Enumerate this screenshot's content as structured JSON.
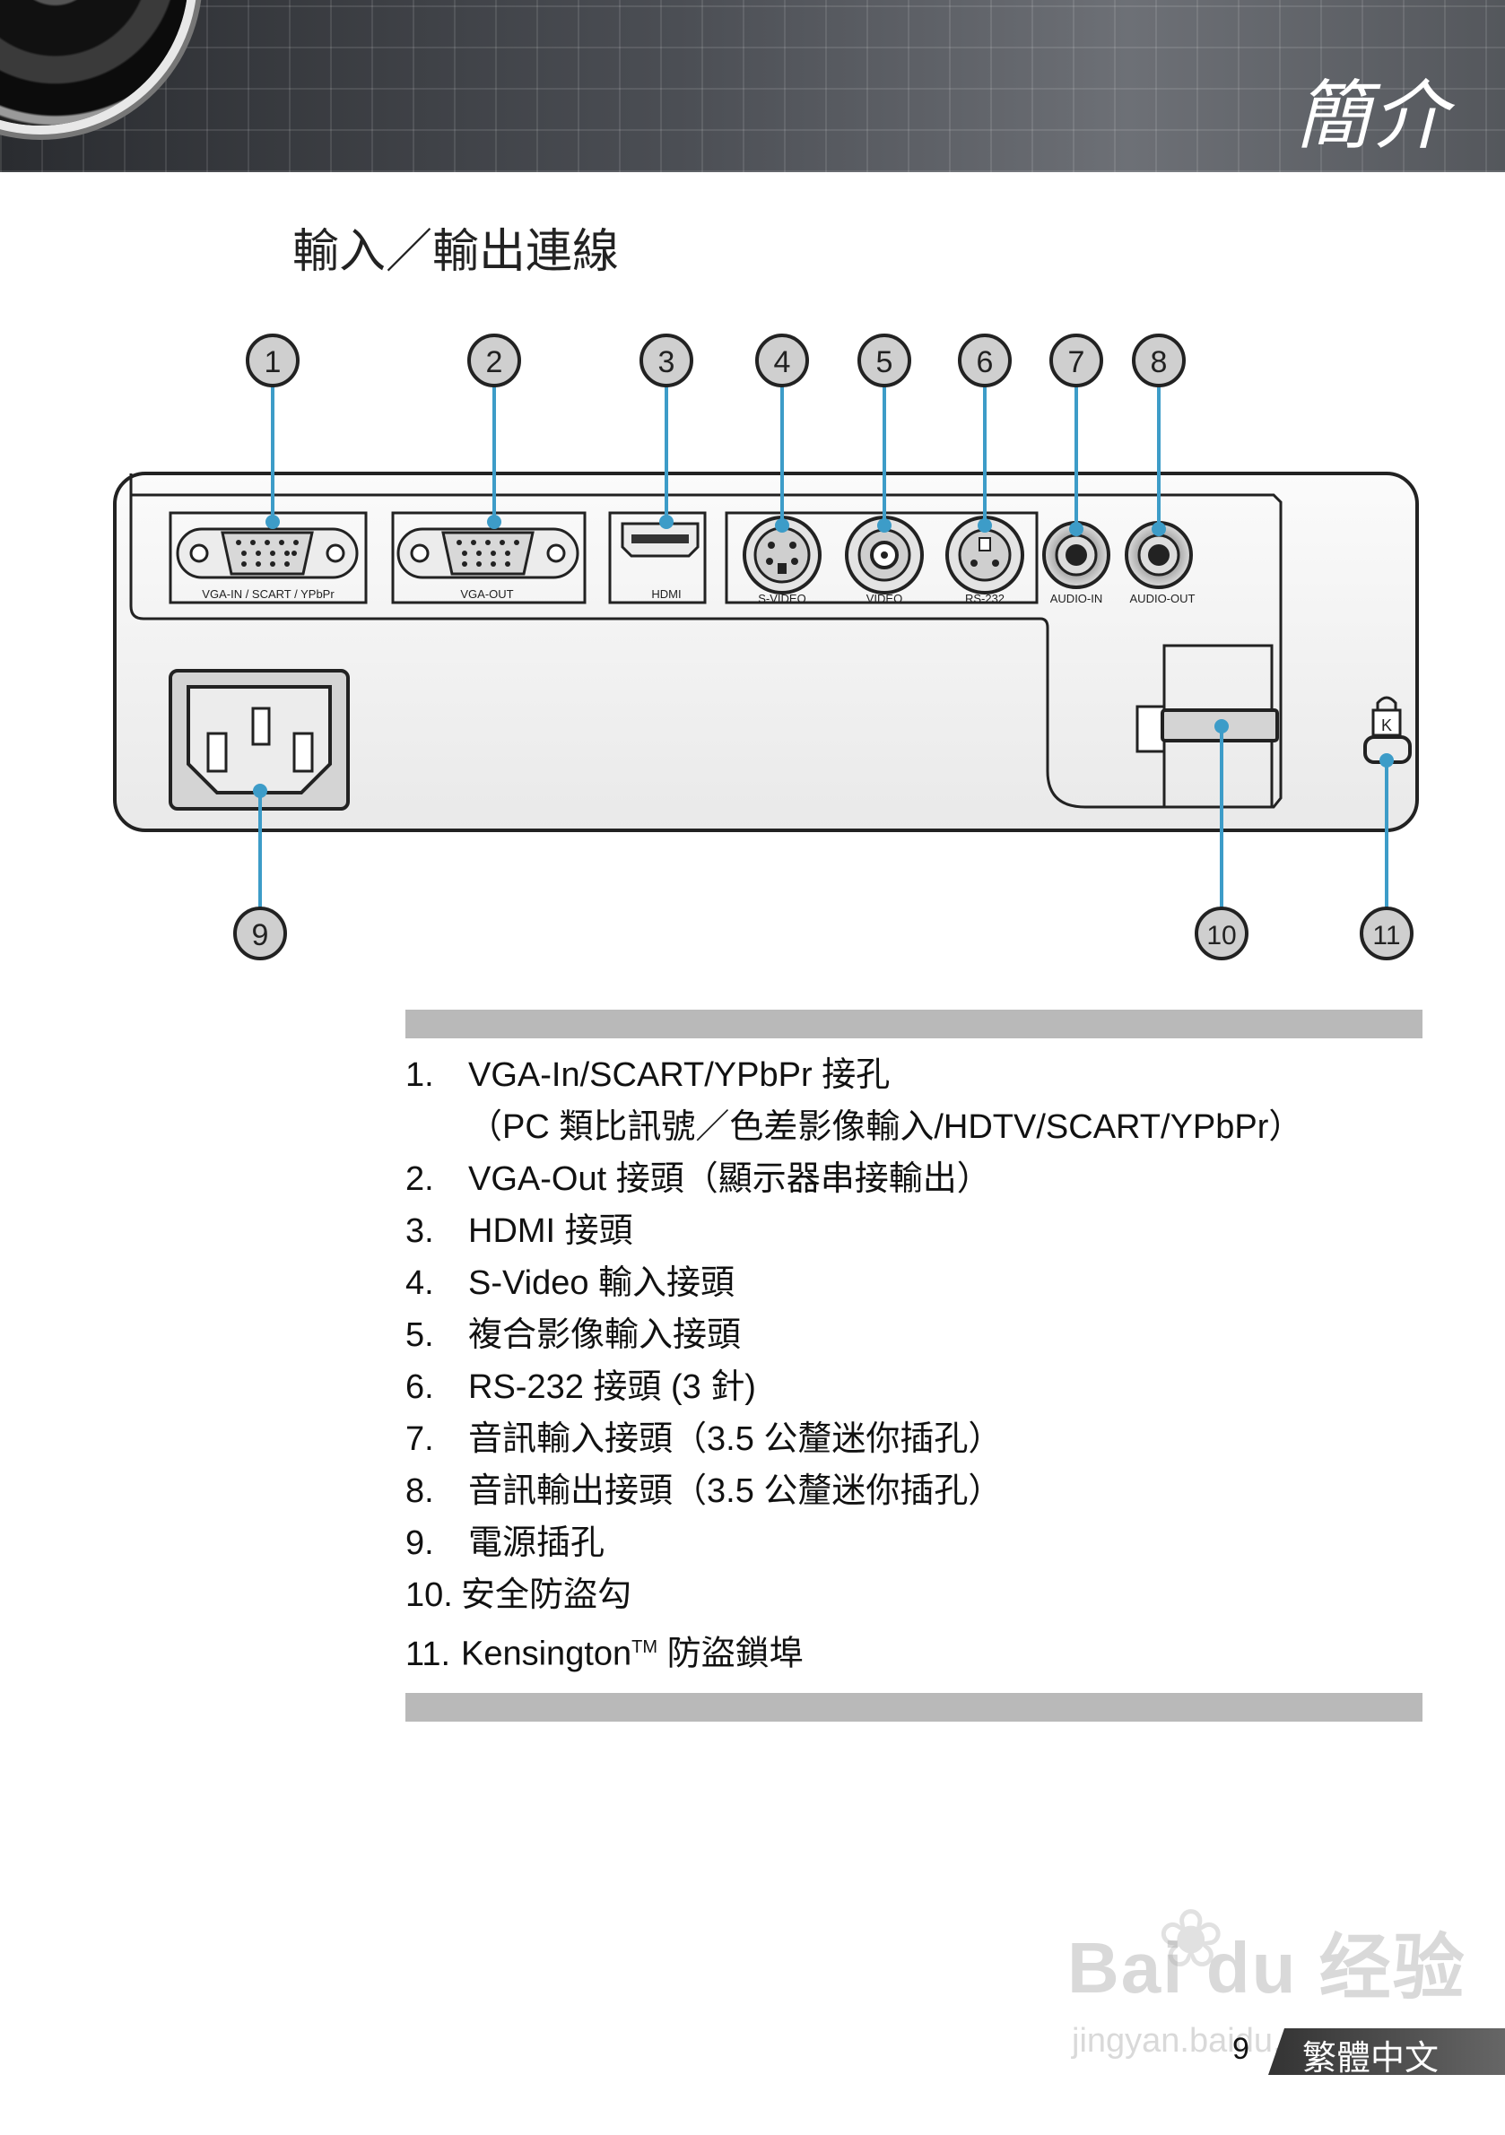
{
  "header": {
    "title": "簡介"
  },
  "section_title": "輸入／輸出連線",
  "callouts": [
    "1",
    "2",
    "3",
    "4",
    "5",
    "6",
    "7",
    "8",
    "9",
    "10",
    "11"
  ],
  "panel_labels": {
    "vga_in": "VGA-IN / SCART / YPbPr",
    "vga_out": "VGA-OUT",
    "hdmi": "HDMI",
    "svideo": "S-VIDEO",
    "video": "VIDEO",
    "rs232": "RS-232",
    "audio_in": "AUDIO-IN",
    "audio_out": "AUDIO-OUT",
    "kensington_mark": "K"
  },
  "items": [
    {
      "num": "1.",
      "text": "VGA-In/SCART/YPbPr 接孔",
      "sub": "（PC 類比訊號／色差影像輸入/HDTV/SCART/YPbPr）"
    },
    {
      "num": "2.",
      "text": "VGA-Out 接頭（顯示器串接輸出）"
    },
    {
      "num": "3.",
      "text": "HDMI 接頭"
    },
    {
      "num": "4.",
      "text": "S-Video 輸入接頭"
    },
    {
      "num": "5.",
      "text": "複合影像輸入接頭"
    },
    {
      "num": "6.",
      "text": "RS-232 接頭 (3 針)"
    },
    {
      "num": "7.",
      "text": "音訊輸入接頭（3.5 公釐迷你插孔）"
    },
    {
      "num": "8.",
      "text": "音訊輸出接頭（3.5 公釐迷你插孔）"
    },
    {
      "num": "9.",
      "text": "電源插孔"
    },
    {
      "num": "10.",
      "text": "安全防盜勾"
    },
    {
      "num": "11.",
      "text": "Kensington",
      "tm": "TM",
      "text2": " 防盜鎖埠"
    }
  ],
  "footer": {
    "page_number": "9",
    "language": "繁體中文"
  },
  "watermark": {
    "brand": "Bai du 经验",
    "url": "jingyan.baidu.com"
  },
  "colors": {
    "leader_line": "#3d9cc8",
    "bar": "#b9b9b9",
    "callout_fill": "#cfcfcf"
  }
}
